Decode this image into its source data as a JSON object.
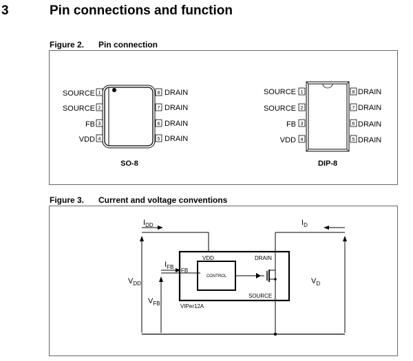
{
  "section": {
    "number": "3",
    "title": "Pin connections and function"
  },
  "figure2": {
    "number": "Figure 2.",
    "title": "Pin connection",
    "packages": [
      {
        "name": "SO-8",
        "left_pins": [
          {
            "num": "1",
            "label": "SOURCE"
          },
          {
            "num": "2",
            "label": "SOURCE"
          },
          {
            "num": "3",
            "label": "FB"
          },
          {
            "num": "4",
            "label": "VDD"
          }
        ],
        "right_pins": [
          {
            "num": "8",
            "label": "DRAIN"
          },
          {
            "num": "7",
            "label": "DRAIN"
          },
          {
            "num": "6",
            "label": "DRAIN"
          },
          {
            "num": "5",
            "label": "DRAIN"
          }
        ]
      },
      {
        "name": "DIP-8",
        "left_pins": [
          {
            "num": "1",
            "label": "SOURCE"
          },
          {
            "num": "2",
            "label": "SOURCE"
          },
          {
            "num": "3",
            "label": "FB"
          },
          {
            "num": "4",
            "label": "VDD"
          }
        ],
        "right_pins": [
          {
            "num": "8",
            "label": "DRAIN"
          },
          {
            "num": "7",
            "label": "DRAIN"
          },
          {
            "num": "6",
            "label": "DRAIN"
          },
          {
            "num": "5",
            "label": "DRAIN"
          }
        ]
      }
    ]
  },
  "figure3": {
    "number": "Figure 3.",
    "title": "Current and voltage conventions",
    "labels": {
      "idd_main": "I",
      "idd_sub": "DD",
      "id_main": "I",
      "id_sub": "D",
      "ifb_main": "I",
      "ifb_sub": "FB",
      "vdd_main": "V",
      "vdd_sub": "DD",
      "vfb_main": "V",
      "vfb_sub": "FB",
      "vd_main": "V",
      "vd_sub": "D",
      "pin_vdd": "VDD",
      "pin_drain": "DRAIN",
      "pin_fb": "FB",
      "pin_source": "SOURCE",
      "control": "CONTROL",
      "device": "VIPer12A"
    }
  }
}
